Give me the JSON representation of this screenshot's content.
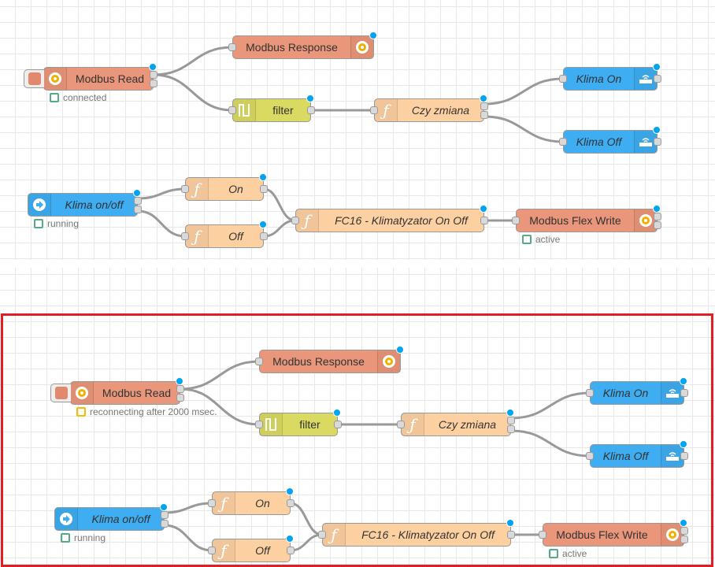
{
  "top_flow": {
    "modbus_read": {
      "label": "Modbus Read",
      "status": "connected",
      "status_color": "#55aa88"
    },
    "modbus_response": {
      "label": "Modbus Response"
    },
    "filter": {
      "label": "filter"
    },
    "czy_zmiana": {
      "label": "Czy zmiana"
    },
    "klima_on": {
      "label": "Klima On"
    },
    "klima_off": {
      "label": "Klima Off"
    },
    "klima_onoff": {
      "label": "Klima on/off",
      "status": "running"
    },
    "on": {
      "label": "On"
    },
    "off": {
      "label": "Off"
    },
    "fc16": {
      "label": "FC16 - Klimatyzator On Off"
    },
    "modbus_flex_write": {
      "label": "Modbus Flex Write",
      "status": "active"
    }
  },
  "bottom_flow": {
    "modbus_read": {
      "label": "Modbus Read",
      "status": "reconnecting after 2000 msec.",
      "status_color": "#f0c000"
    },
    "modbus_response": {
      "label": "Modbus Response"
    },
    "filter": {
      "label": "filter"
    },
    "czy_zmiana": {
      "label": "Czy zmiana"
    },
    "klima_on": {
      "label": "Klima On"
    },
    "klima_off": {
      "label": "Klima Off"
    },
    "klima_onoff": {
      "label": "Klima on/off",
      "status": "running"
    },
    "on": {
      "label": "On"
    },
    "off": {
      "label": "Off"
    },
    "fc16": {
      "label": "FC16 - Klimatyzator On Off"
    },
    "modbus_flex_write": {
      "label": "Modbus Flex Write",
      "status": "active"
    }
  },
  "colors": {
    "modbus": "#e9967a",
    "filter": "#dada62",
    "function": "#fdd0a2",
    "link": "#3fadf1",
    "changed_dot": "#00a4f0",
    "highlight": "#e01e25"
  },
  "icons": {
    "modbus": "modbus-gear-icon",
    "filter": "filter-icon",
    "function": "function-icon",
    "inject": "arrow-right-circle-icon",
    "output": "router-icon"
  }
}
